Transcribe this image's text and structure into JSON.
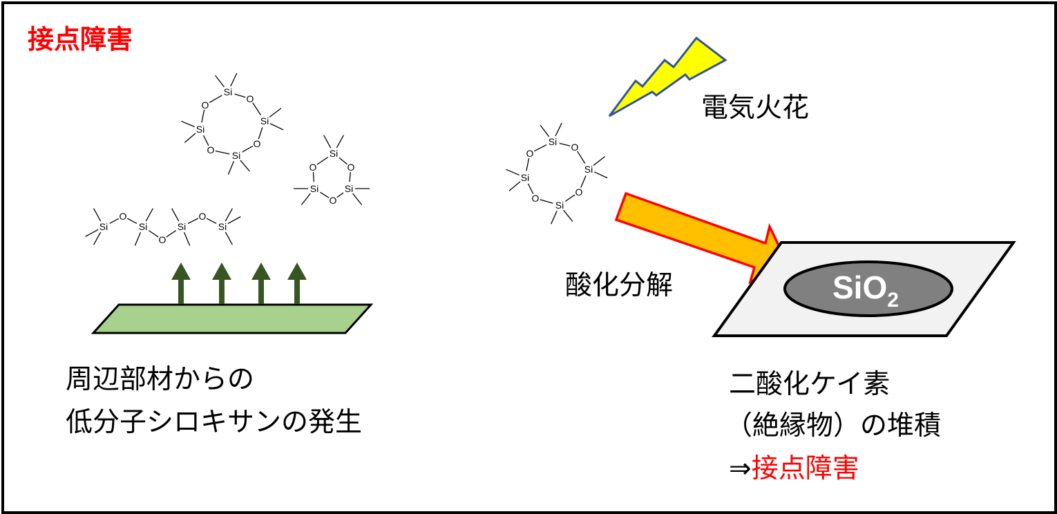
{
  "title": "接点障害",
  "left": {
    "caption_line1": "周辺部材からの",
    "caption_line2": "低分子シロキサンの発生"
  },
  "right": {
    "spark_label": "電気火花",
    "oxidation_label": "酸化分解",
    "deposit_formula": "SiO",
    "deposit_subscript": "2",
    "caption_line1": "二酸化ケイ素",
    "caption_line2": "（絶縁物）の堆積",
    "caption_arrow": "⇒",
    "caption_result": "接点障害"
  },
  "molecule_labels": {
    "silicon": "Si",
    "oxygen": "O"
  },
  "colors": {
    "title": "#ff0000",
    "substrate_green": "#a9d18e",
    "emission_arrow": "#375623",
    "spark_fill": "#ffff00",
    "spark_stroke": "#2f5597",
    "oxidation_arrow_fill": "#ffc000",
    "oxidation_arrow_stroke": "#ff0000",
    "contact_plate": "#f2f2f2",
    "deposit": "#808080"
  }
}
